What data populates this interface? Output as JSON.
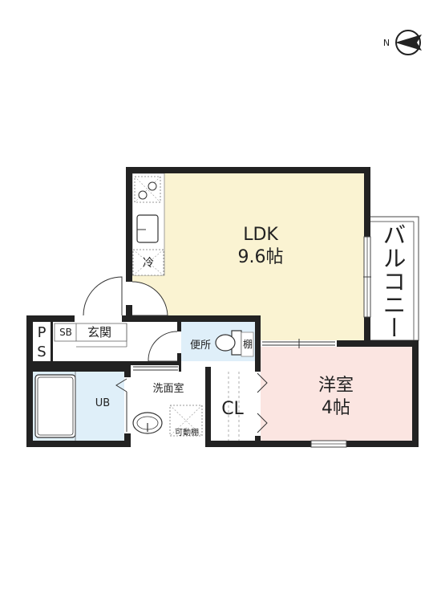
{
  "colors": {
    "wall": "#222222",
    "ldk": "#faf3d2",
    "bedroom": "#fbe5e1",
    "wet": "#dfeff9",
    "white": "#ffffff",
    "line": "#666666"
  },
  "compass": {
    "letter": "N"
  },
  "rooms": {
    "ldk": {
      "name": "LDK",
      "size": "9.6帖"
    },
    "bedroom": {
      "name": "洋室",
      "size": "4帖"
    },
    "washroom": {
      "name": "洗面室"
    },
    "toilet": {
      "name": "便所"
    },
    "bath": {
      "name": "UB"
    },
    "closet": {
      "name": "CL"
    },
    "entrance": {
      "name": "玄関"
    },
    "shoebox": {
      "name": "SB"
    },
    "pipe_space": {
      "line1": "P",
      "line2": "S"
    }
  },
  "fixtures": {
    "fridge": "冷",
    "shelf": "棚",
    "movable_shelf": "可動棚"
  },
  "balcony": {
    "label": "バルコニー"
  }
}
